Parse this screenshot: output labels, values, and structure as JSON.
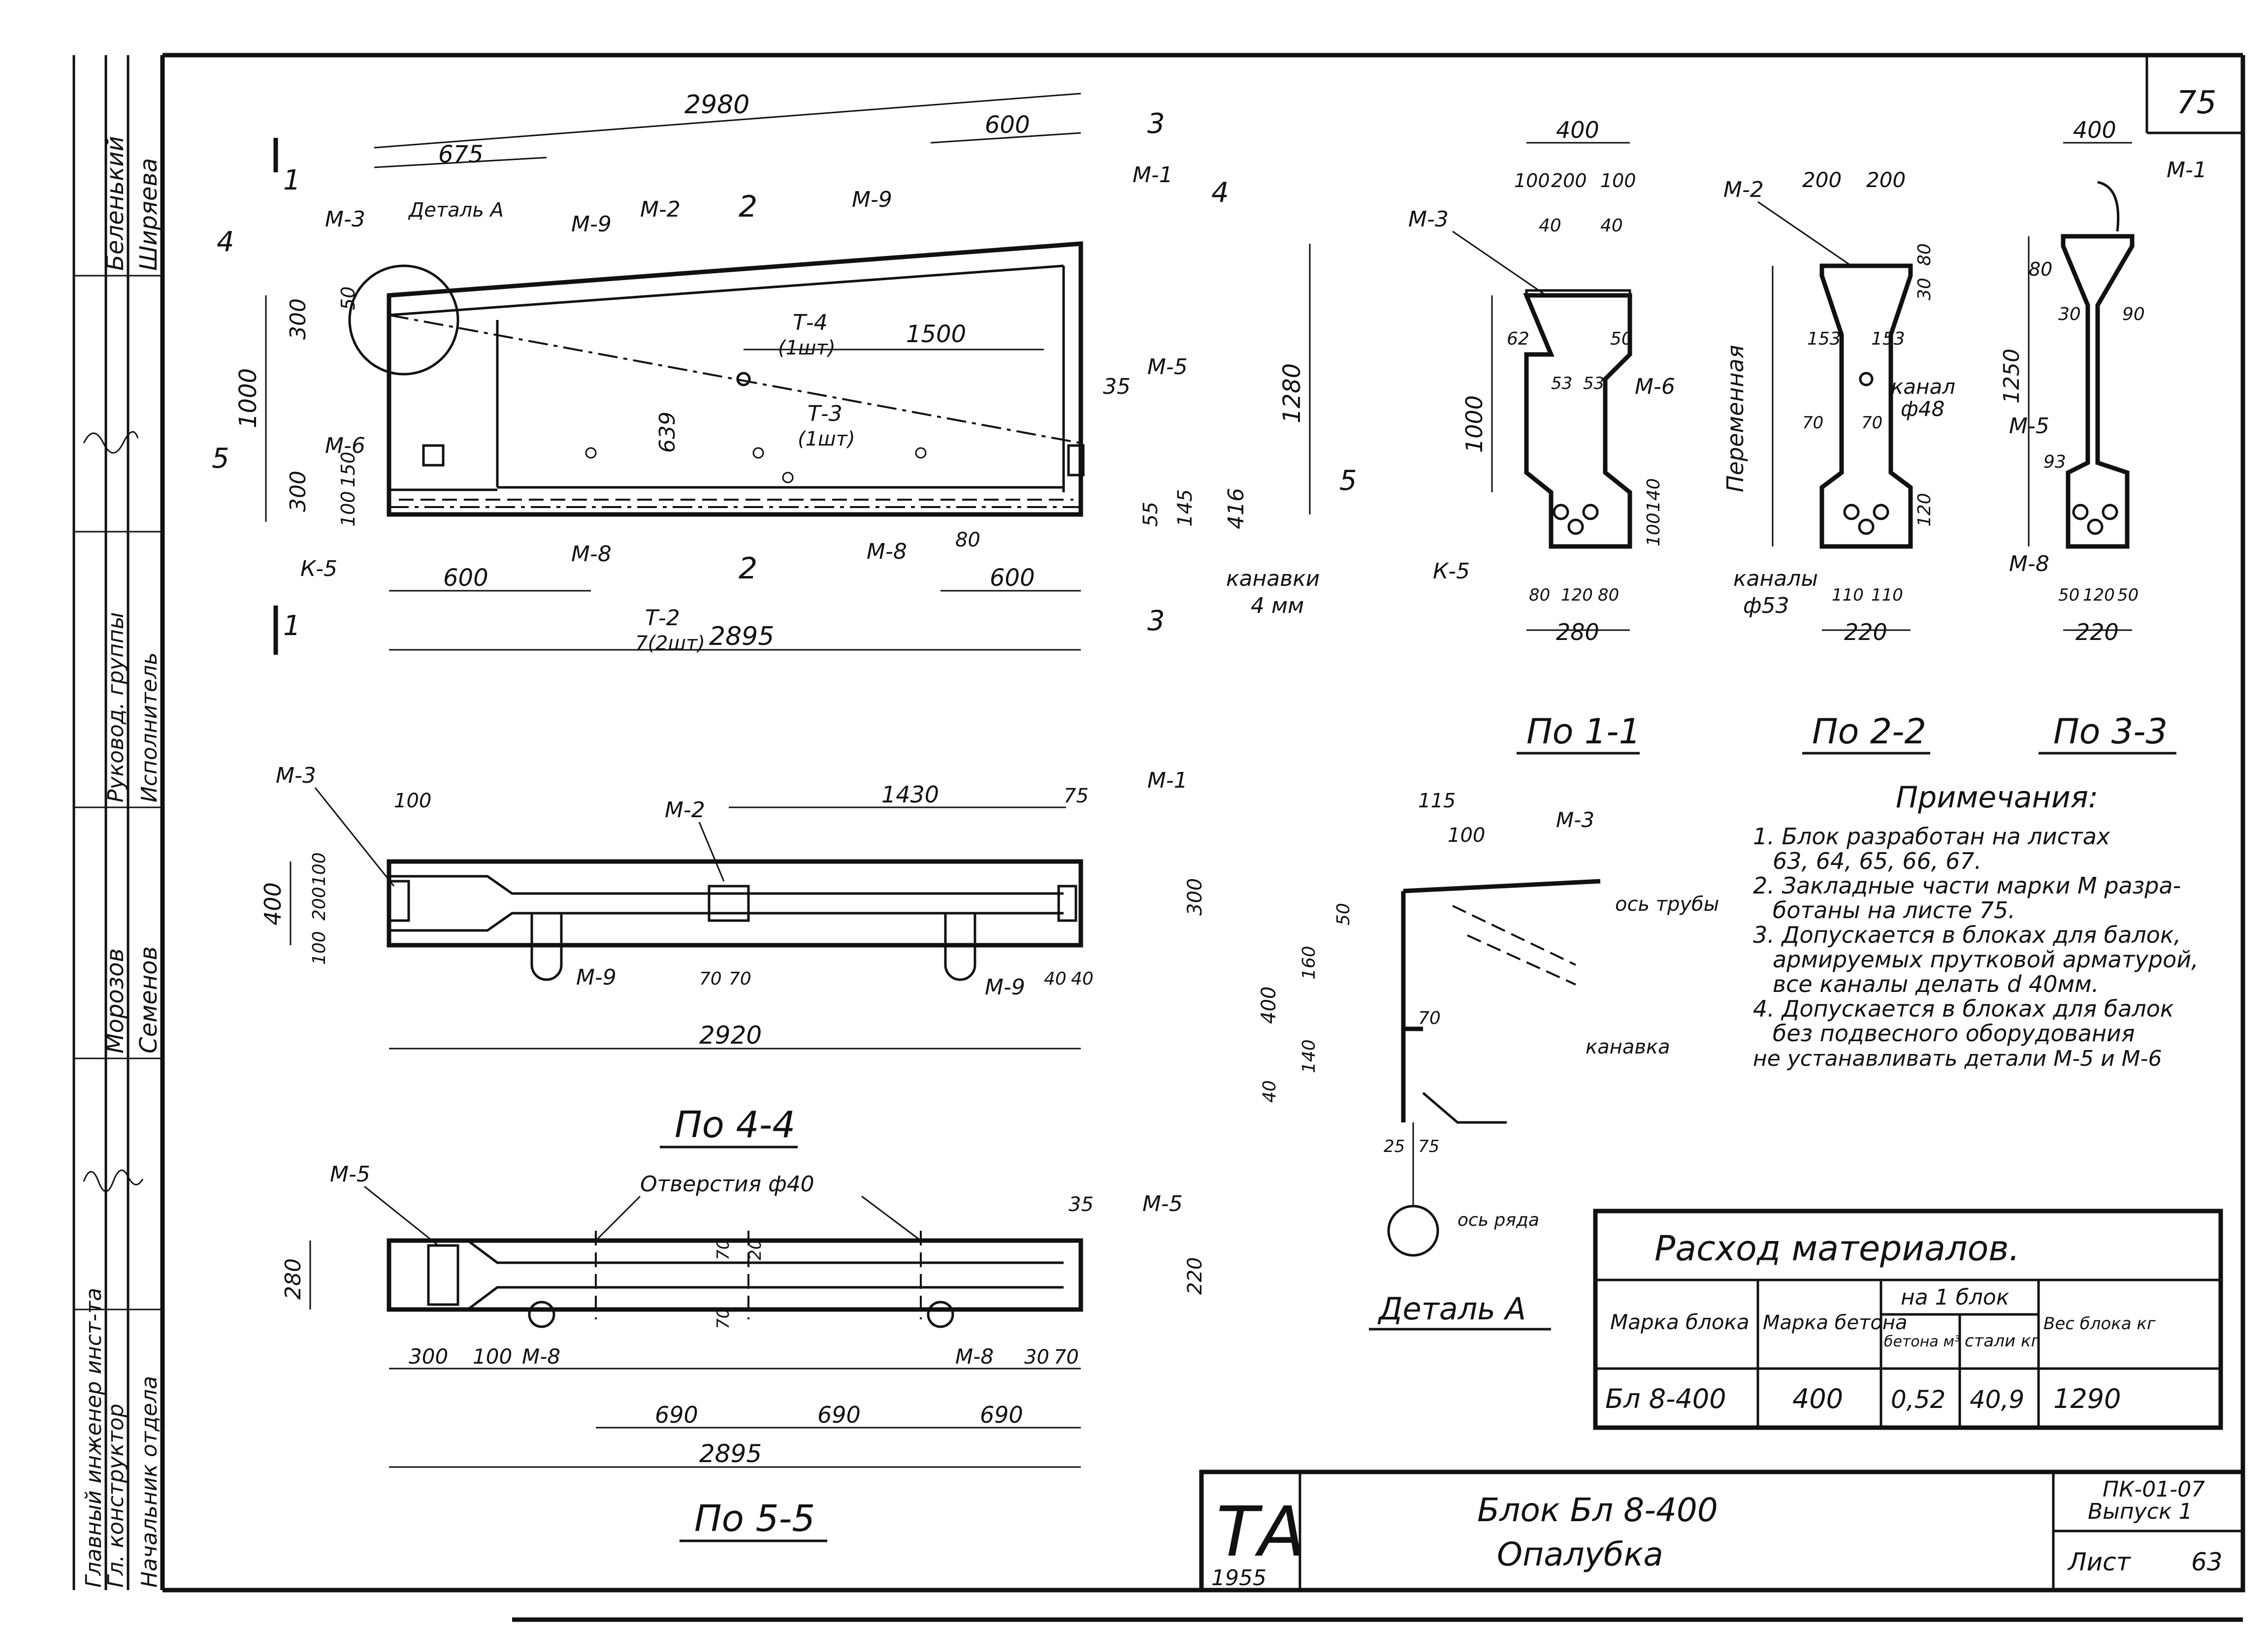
{
  "sheet_number": "75",
  "title_block": {
    "logo": "ТА",
    "year": "1955",
    "name": "Блок Бл 8-400",
    "subname": "Опалубка",
    "series": "ПК-01-07",
    "issue": "Выпуск 1",
    "sheet_label": "Лист",
    "sheet_no": "63"
  },
  "sidebar": {
    "roles": [
      "Главный инженер инст-та",
      "Гл. конструктор",
      "Начальник отдела",
      "Руковод. группы",
      "Исполнитель"
    ],
    "names": [
      "Морозов",
      "Семенов",
      "Беленький",
      "Ширяева"
    ]
  },
  "notes": {
    "heading": "Примечания:",
    "items": [
      "1. Блок разработан на листах",
      "63, 64, 65, 66, 67.",
      "2. Закладные части марки М разра-",
      "ботаны на листе 75.",
      "3. Допускается в блоках для балок,",
      "армируемых прутковой арматурой,",
      "все каналы делать d 40мм.",
      "4. Допускается в блоках для балок",
      "без подвесного оборудования",
      "не устанавливать детали М-5 и М-6"
    ]
  },
  "materials": {
    "title": "Расход материалов.",
    "headers": {
      "mark_block": "Марка блока",
      "mark_concrete": "Марка бетона",
      "per_block": "на 1 блок",
      "concrete": "бетона м³",
      "steel": "стали кг",
      "weight": "Вес блока кг"
    },
    "row": {
      "mark": "Бл 8-400",
      "concrete_grade": "400",
      "volume": "0,52",
      "steel": "40,9",
      "weight": "1290"
    }
  },
  "views": {
    "main": {
      "dims": {
        "top_len": "2980",
        "d675": "675",
        "d600t": "600",
        "d1500": "1500",
        "d1280": "1280",
        "d1000": "1000",
        "d300a": "300",
        "d300b": "300",
        "d100": "100",
        "d150": "150",
        "d639": "639",
        "d416": "416",
        "d35": "35",
        "d55": "55",
        "d145": "145",
        "d80": "80",
        "d600b": "600",
        "d600c": "600",
        "bottom_len": "2895",
        "d50": "50"
      },
      "labels": {
        "M3": "М-3",
        "M9a": "М-9",
        "M2": "М-2",
        "M9b": "М-9",
        "M1": "М-1",
        "M5": "М-5",
        "M6": "М-6",
        "K5": "К-5",
        "M8": "М-8",
        "M8b": "М-8",
        "detail": "Деталь А",
        "T4": "Т-4",
        "T4n": "(1шт)",
        "T3": "Т-3",
        "T3n": "(1шт)",
        "T2": "Т-2",
        "T2n": "7(2шт)",
        "grooves": "канавки",
        "grooves2": "4 мм"
      },
      "sections": {
        "s1": "1",
        "s2": "2",
        "s3": "3",
        "s4": "4",
        "s5": "5"
      }
    },
    "s11": {
      "title": "По 1-1",
      "dims": {
        "w400": "400",
        "d100a": "100",
        "d200": "200",
        "d100b": "100",
        "d40a": "40",
        "d40b": "40",
        "d62": "62",
        "d50": "50",
        "d53a": "53",
        "d53b": "53",
        "d1000": "1000",
        "d100c": "100",
        "d140": "140",
        "d80a": "80",
        "d120": "120",
        "d80b": "80",
        "w280": "280"
      },
      "labels": {
        "M3": "М-3",
        "M6": "М-6",
        "K5": "К-5"
      }
    },
    "s22": {
      "title": "По 2-2",
      "dims": {
        "d200a": "200",
        "d200b": "200",
        "d80": "80",
        "d30": "30",
        "d153a": "153",
        "d153b": "153",
        "d70a": "70",
        "d70b": "70",
        "d120": "120",
        "d110a": "110",
        "d110b": "110",
        "w220": "220"
      },
      "labels": {
        "M2": "М-2",
        "var": "Переменная",
        "channel": "канал",
        "ch_d": "ф48",
        "channels": "каналы",
        "chs_d": "ф53"
      }
    },
    "s33": {
      "title": "По 3-3",
      "dims": {
        "w400": "400",
        "d80": "80",
        "d30": "30",
        "d90": "90",
        "d1250": "1250",
        "d93": "93",
        "d50a": "50",
        "d120": "120",
        "d50b": "50",
        "w220": "220"
      },
      "labels": {
        "M1": "М-1",
        "M5": "М-5",
        "M8": "М-8"
      }
    },
    "s44": {
      "title": "По 4-4",
      "dims": {
        "d100": "100",
        "d1430": "1430",
        "d75": "75",
        "w400": "400",
        "d100a": "100",
        "d200": "200",
        "d100b": "100",
        "d70a": "70",
        "d70b": "70",
        "d40a": "40",
        "d40b": "40",
        "d300": "300",
        "d2920": "2920"
      },
      "labels": {
        "M3": "М-3",
        "M2": "М-2",
        "M1": "М-1",
        "M9a": "М-9",
        "M9b": "М-9"
      }
    },
    "s55": {
      "title": "По 5-5",
      "dims": {
        "d35": "35",
        "d280": "280",
        "d220": "220",
        "d70a": "70",
        "d70b": "70",
        "d20": "20",
        "d300": "300",
        "d100": "100",
        "d30": "30",
        "d70c": "70",
        "d690a": "690",
        "d690b": "690",
        "d690c": "690",
        "d2895": "2895"
      },
      "labels": {
        "M5a": "М-5",
        "M5b": "М-5",
        "holes": "Отверстия ф40",
        "M8a": "М-8",
        "M8b": "М-8"
      }
    },
    "detailA": {
      "title": "Деталь А",
      "dims": {
        "d115": "115",
        "d100": "100",
        "d50": "50",
        "d160": "160",
        "d400": "400",
        "d140": "140",
        "d40": "40",
        "d70": "70",
        "d25": "25",
        "d75": "75"
      },
      "labels": {
        "M3": "М-3",
        "pipe_axis": "ось трубы",
        "groove": "канавка",
        "row_axis": "ось ряда"
      }
    }
  }
}
